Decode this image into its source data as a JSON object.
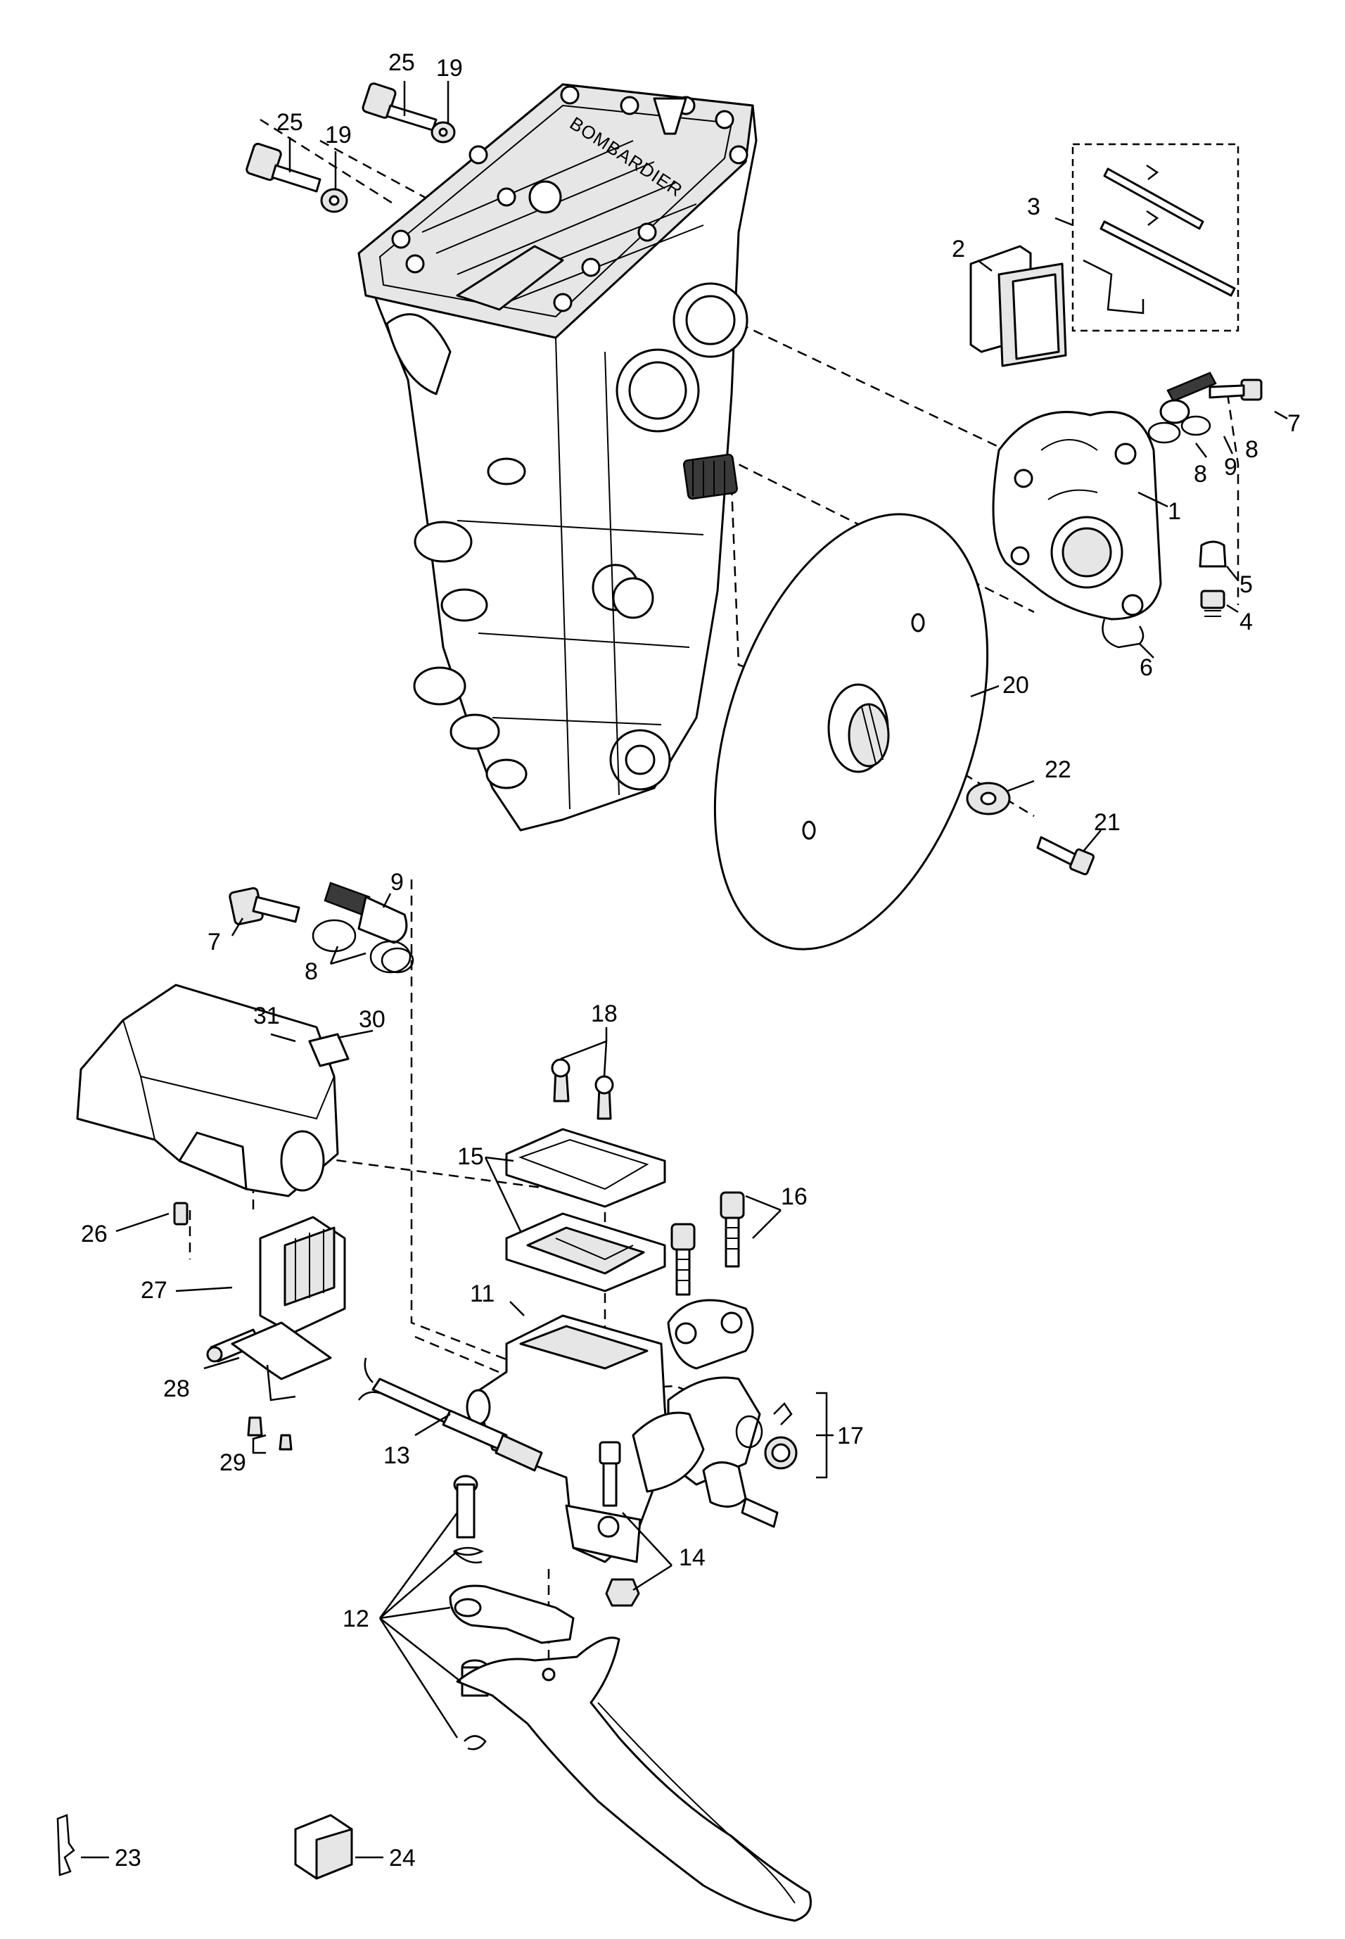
{
  "diagram": {
    "brand_text": "BOMBARDIER",
    "part_numbers": [
      "1",
      "2",
      "3",
      "4",
      "5",
      "6",
      "7",
      "8",
      "9",
      "11",
      "12",
      "13",
      "14",
      "15",
      "16",
      "17",
      "18",
      "19",
      "20",
      "21",
      "22",
      "23",
      "24",
      "25",
      "26",
      "27",
      "28",
      "29",
      "30",
      "31"
    ],
    "callouts": {
      "c1": "1",
      "c2": "2",
      "c3": "3",
      "c4": "4",
      "c5": "5",
      "c6": "6",
      "c7a": "7",
      "c8a": "8",
      "c8b": "8",
      "c9a": "9",
      "c7b": "7",
      "c8c": "8",
      "c9b": "9",
      "c11": "11",
      "c12": "12",
      "c13": "13",
      "c14": "14",
      "c15": "15",
      "c16": "16",
      "c17": "17",
      "c18": "18",
      "c19a": "19",
      "c19b": "19",
      "c20": "20",
      "c21": "21",
      "c22": "22",
      "c23": "23",
      "c24": "24",
      "c25a": "25",
      "c25b": "25",
      "c26": "26",
      "c27": "27",
      "c28": "28",
      "c29": "29",
      "c30": "30",
      "c31": "31"
    }
  }
}
